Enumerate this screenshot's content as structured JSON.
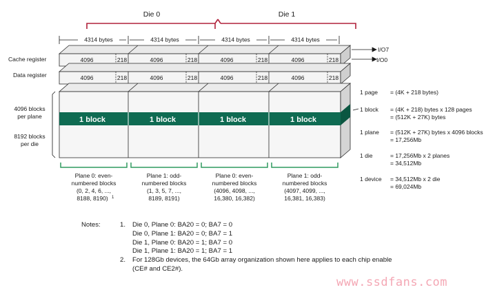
{
  "dies": [
    "Die 0",
    "Die 1"
  ],
  "byte_labels": [
    "4314 bytes",
    "4314 bytes",
    "4314 bytes",
    "4314 bytes"
  ],
  "row_labels": {
    "cache": "Cache register",
    "data": "Data register"
  },
  "register_cells": {
    "main": "4096",
    "spare": "218"
  },
  "io_labels": [
    "I/O7",
    "I/O0"
  ],
  "block_label": "1 block",
  "left_labels": {
    "blocks_per_plane": [
      "4096 blocks",
      "per plane"
    ],
    "blocks_per_die": [
      "8192 blocks",
      "per die"
    ]
  },
  "planes": [
    {
      "lines": [
        "Plane 0: even-",
        "numbered blocks",
        "(0, 2, 4, 6, ...,",
        "8188,  8190)"
      ],
      "sup": "1"
    },
    {
      "lines": [
        "Plane 1: odd-",
        "numbered blocks",
        "(1, 3, 5, 7, ...,",
        "8189,  8191)"
      ],
      "sup": ""
    },
    {
      "lines": [
        "Plane 0: even-",
        "numbered blocks",
        "(4096,  4098, ...,",
        "16,380,  16,382)"
      ],
      "sup": ""
    },
    {
      "lines": [
        "Plane 1: odd-",
        "numbered blocks",
        "(4097,  4099, ...,",
        "16,381,  16,383)"
      ],
      "sup": ""
    }
  ],
  "right_defs": [
    {
      "term": "1 page",
      "lines": [
        "= (4K + 218 bytes)"
      ]
    },
    {
      "term": "1 block",
      "lines": [
        "= (4K + 218) bytes x 128 pages",
        "= (512K + 27K) bytes"
      ]
    },
    {
      "term": "1 plane",
      "lines": [
        "= (512K + 27K) bytes x 4096 blocks",
        "= 17,256Mb"
      ]
    },
    {
      "term": "1 die",
      "lines": [
        "= 17,256Mb x 2 planes",
        "= 34,512Mb"
      ]
    },
    {
      "term": "1 device",
      "lines": [
        "= 34,512Mb x 2 die",
        "= 69,024Mb"
      ]
    }
  ],
  "notes": {
    "label": "Notes:",
    "items": [
      {
        "num": "1.",
        "lines": [
          "Die 0, Plane 0: BA20 = 0; BA7 = 0",
          "Die 0, Plane 1: BA20 = 0; BA7 = 1",
          "Die 1, Plane 0: BA20 = 1; BA7 = 0",
          "Die 1, Plane 1: BA20 = 1; BA7 = 1"
        ]
      },
      {
        "num": "2.",
        "lines": [
          "For 128Gb devices, the 64Gb array organization shown here applies to each chip enable",
          "(CE# and CE2#)."
        ]
      }
    ]
  },
  "watermark": "www.ssdfans.com",
  "colors": {
    "bracket": "#b0213a",
    "block_band": "#0f6b52",
    "plane_bracket": "#2e9a5e",
    "face": "#f2f2f2",
    "edge": "#2a2a2a"
  }
}
